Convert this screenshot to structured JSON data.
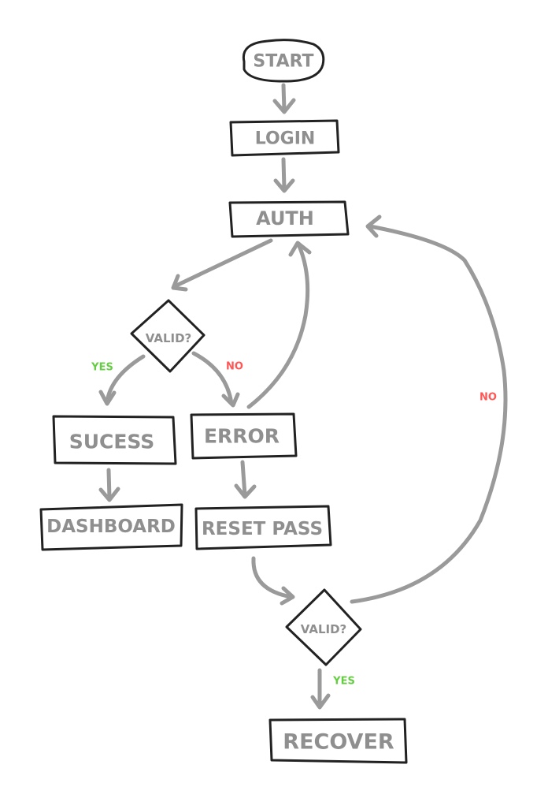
{
  "diagram": {
    "type": "flowchart",
    "colors": {
      "shape_stroke": "#222222",
      "node_text": "#8f8f8f",
      "edge": "#9a9a9a",
      "yes": "#66cc44",
      "no": "#ff5555"
    },
    "nodes": {
      "start": {
        "label": "START",
        "shape": "ellipse"
      },
      "login": {
        "label": "LOGIN",
        "shape": "rect"
      },
      "auth": {
        "label": "AUTH",
        "shape": "rect"
      },
      "valid1": {
        "label": "VALID?",
        "shape": "diamond"
      },
      "success": {
        "label": "SUCESS",
        "shape": "rect"
      },
      "error": {
        "label": "ERROR",
        "shape": "rect"
      },
      "dashboard": {
        "label": "DASHBOARD",
        "shape": "rect"
      },
      "reset": {
        "label": "RESET PASS",
        "shape": "rect"
      },
      "valid2": {
        "label": "VALID?",
        "shape": "diamond"
      },
      "recover": {
        "label": "RECOVER",
        "shape": "rect"
      }
    },
    "edges": [
      {
        "from": "START",
        "to": "LOGIN",
        "label": ""
      },
      {
        "from": "LOGIN",
        "to": "AUTH",
        "label": ""
      },
      {
        "from": "AUTH",
        "to": "VALID?",
        "label": ""
      },
      {
        "from": "VALID?",
        "to": "SUCESS",
        "label": "YES"
      },
      {
        "from": "VALID?",
        "to": "ERROR",
        "label": "NO"
      },
      {
        "from": "ERROR",
        "to": "AUTH",
        "label": ""
      },
      {
        "from": "SUCESS",
        "to": "DASHBOARD",
        "label": ""
      },
      {
        "from": "ERROR",
        "to": "RESET PASS",
        "label": ""
      },
      {
        "from": "RESET PASS",
        "to": "VALID?",
        "label": ""
      },
      {
        "from": "VALID?",
        "to": "RECOVER",
        "label": "YES"
      },
      {
        "from": "VALID?",
        "to": "AUTH",
        "label": "NO"
      }
    ],
    "edge_labels": {
      "valid1_yes": "YES",
      "valid1_no": "NO",
      "valid2_yes": "YES",
      "valid2_no": "NO"
    }
  }
}
